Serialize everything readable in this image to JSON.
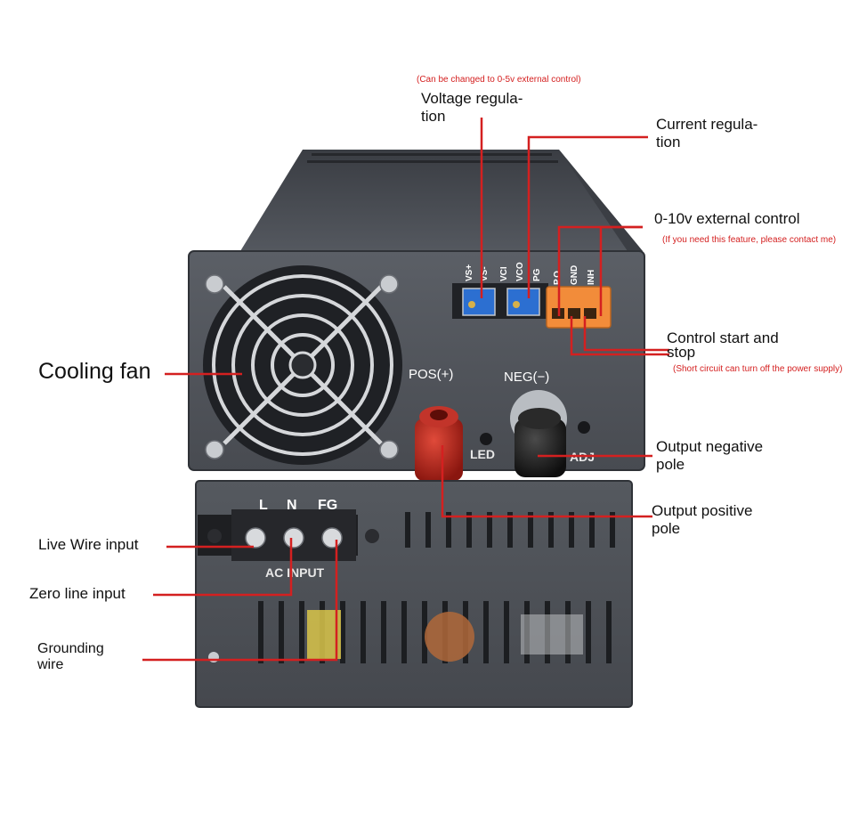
{
  "colors": {
    "leader_line": "#d42020",
    "chassis": "#4a4e55",
    "chassis_dark": "#2f3237",
    "positive_terminal": "#b8231a",
    "negative_terminal": "#1c1c1c",
    "connector": "#f28c3a",
    "potentiometer": "#2c6fd1"
  },
  "labels": {
    "voltage_regulation": "Voltage regula-\ntion",
    "voltage_note": "(Can be changed to 0-5v external control)",
    "current_regulation": "Current regula-\ntion",
    "external_control": "0-10v external control",
    "external_note": "(If you need this feature, please contact me)",
    "control_start_stop": "Control start and\nstop",
    "start_stop_note": "(Short circuit can turn off the power supply)",
    "cooling_fan": "Cooling fan",
    "output_negative": "Output negative\npole",
    "output_positive": "Output positive\npole",
    "live_wire": "Live Wire input",
    "zero_line": "Zero line input",
    "grounding_wire": "Grounding\nwire"
  },
  "panel": {
    "pos": "POS(+)",
    "neg": "NEG(−)",
    "led": "LED",
    "adj": "ADJ",
    "pins_left": [
      "VS+",
      "VS-",
      "VCI",
      "VCO",
      "PG"
    ],
    "pins_right": [
      "P.O.",
      "GND",
      "INH"
    ],
    "ac_terminals": [
      "L",
      "N",
      "FG"
    ],
    "ac_input": "AC INPUT"
  }
}
